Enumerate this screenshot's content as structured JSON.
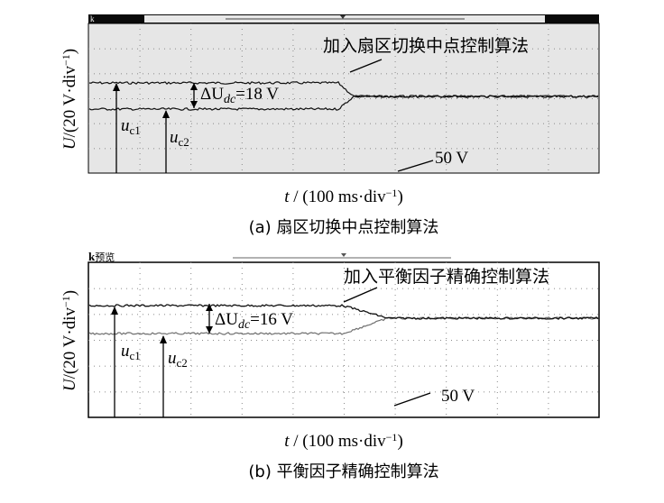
{
  "colors": {
    "scope_bg": "#e6e6e6",
    "grid": "#9a9a9a",
    "trace": "#111111",
    "trace_gray": "#6f6f6f",
    "header_dark": "#0a0a0a"
  },
  "panel_a": {
    "header_mark": "k",
    "ylabel": "U/(20 V·div⁻¹)",
    "xlabel": "t / (100 ms·div⁻¹)",
    "annotation": "加入扇区切换中点控制算法",
    "delta_label": "ΔU",
    "delta_sub": "dc",
    "delta_value": "=18 V",
    "uc1": "u",
    "uc1_sub": "c1",
    "uc2": "u",
    "uc2_sub": "c2",
    "level_label": "50 V",
    "caption": "(a)  扇区切换中点控制算法"
  },
  "panel_b": {
    "header_mark": "k",
    "header_text": "预览",
    "ylabel": "U/(20 V·div⁻¹)",
    "xlabel": "t / (100 ms·div⁻¹)",
    "annotation": "加入平衡因子精确控制算法",
    "delta_label": "ΔU",
    "delta_sub": "dc",
    "delta_value": "=16 V",
    "uc1": "u",
    "uc1_sub": "c1",
    "uc2": "u",
    "uc2_sub": "c2",
    "level_label": "50 V",
    "caption": "(b)  平衡因子精确控制算法"
  }
}
